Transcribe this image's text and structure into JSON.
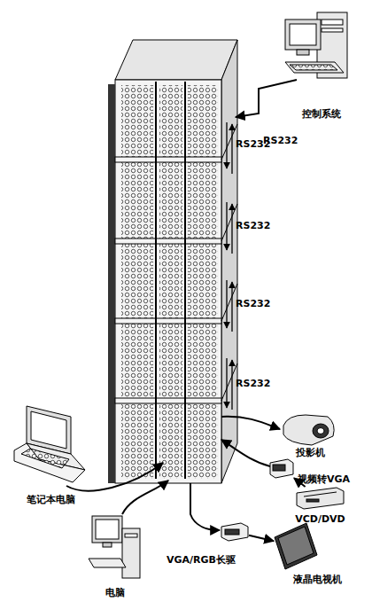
{
  "diagram": {
    "nodes": [
      {
        "text": [
          "控制系统"
        ]
      },
      {
        "text": [
          "笔记本电脑"
        ]
      },
      {
        "text": [
          "投影机"
        ]
      },
      {
        "text": [
          "视频转VGA"
        ]
      },
      {
        "text": [
          "VCD/DVD"
        ]
      },
      {
        "text": [
          "电脑"
        ]
      },
      {
        "text": [
          "VGA/RGB长驱"
        ]
      },
      {
        "text": [
          "液晶电视机"
        ]
      }
    ],
    "edges": [
      {
        "from": 4,
        "to": 3,
        "arrow": "to"
      },
      {
        "from": 6,
        "to": 7,
        "arrow": "to"
      }
    ],
    "labels": [
      "RS232",
      "RS232",
      "RS232",
      "RS232",
      "RS232"
    ]
  }
}
